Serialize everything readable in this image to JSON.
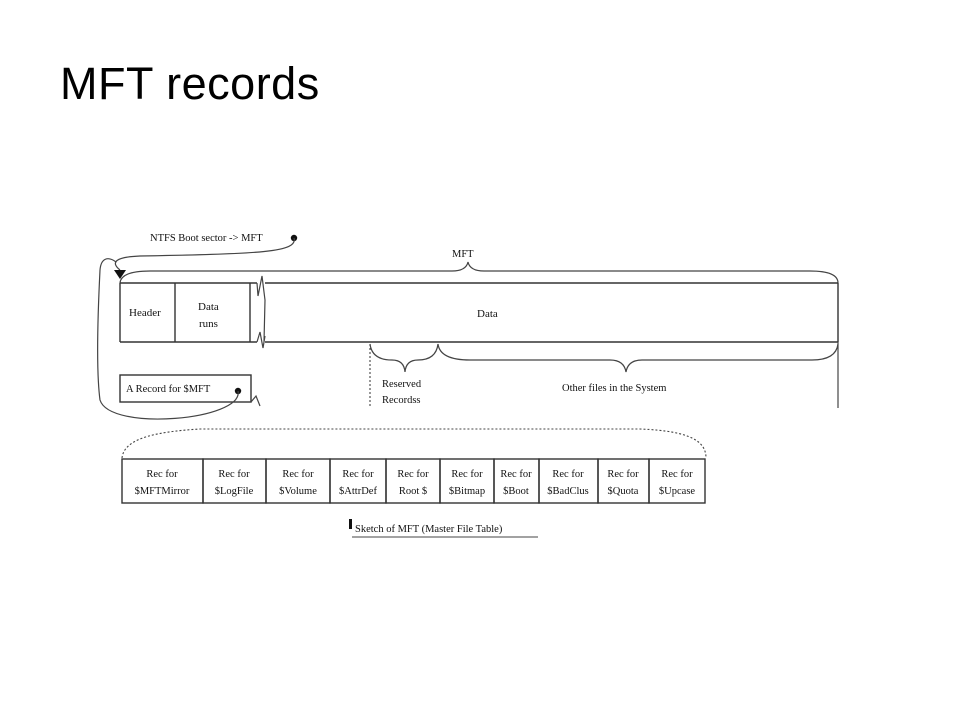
{
  "slide": {
    "title": "MFT records"
  },
  "diagram": {
    "boot_label": "NTFS Boot sector -> MFT",
    "mft_label": "MFT",
    "header_label": "Header",
    "data_runs_line1": "Data",
    "data_runs_line2": "runs",
    "data_label": "Data",
    "reserved_line1": "Reserved",
    "reserved_line2": "Recordss",
    "other_files_label": "Other files in the System",
    "mft_record_label": "A Record for $MFT",
    "caption": "Sketch of MFT (Master File Table)",
    "records": [
      {
        "line1": "Rec for",
        "line2": "$MFTMirror"
      },
      {
        "line1": "Rec for",
        "line2": "$LogFile"
      },
      {
        "line1": "Rec for",
        "line2": "$Volume"
      },
      {
        "line1": "Rec for",
        "line2": "$AttrDef"
      },
      {
        "line1": "Rec for",
        "line2": "Root $"
      },
      {
        "line1": "Rec for",
        "line2": "$Bitmap"
      },
      {
        "line1": "Rec for",
        "line2": "$Boot"
      },
      {
        "line1": "Rec for",
        "line2": "$BadClus"
      },
      {
        "line1": "Rec for",
        "line2": "$Quota"
      },
      {
        "line1": "Rec for",
        "line2": "$Upcase"
      }
    ]
  }
}
